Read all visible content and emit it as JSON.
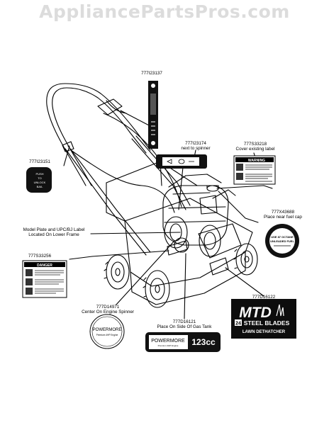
{
  "watermark": "AppliancePartsPros.com",
  "callouts": [
    {
      "part": "777I23137",
      "desc": ""
    },
    {
      "part": "777I23174",
      "desc": "next to spinner"
    },
    {
      "part": "777S33218",
      "desc": "Cover existing label"
    },
    {
      "part": "777I23151",
      "desc": ""
    },
    {
      "part": "777X43688",
      "desc": "Place near fuel cap"
    },
    {
      "part": "",
      "desc": "Model Plate and UPC/BJ Label"
    },
    {
      "part": "",
      "desc": "Located On Lower Frame"
    },
    {
      "part": "777S33256",
      "desc": ""
    },
    {
      "part": "777D16122",
      "desc": ""
    },
    {
      "part": "777D14971",
      "desc": "Center On Engine Spinner"
    },
    {
      "part": "777D16121",
      "desc": "Place On Side Of Gas Tank"
    }
  ],
  "decals": {
    "unlock": {
      "line1": "PUSH",
      "line2": "TO",
      "line3": "UNLOCK",
      "line4": "BAIL"
    },
    "warning": {
      "title": "WARNING"
    },
    "danger": {
      "title": "DANGER"
    },
    "fuel_cap": {
      "line1": "USE 87 OCTANE",
      "line2": "UNLEADED FUEL"
    },
    "mtd": {
      "brand": "MTD",
      "line1": "STEEL BLADES",
      "line2": "LAWN DETHATCHER",
      "num": "24"
    },
    "powermore_round": {
      "brand": "POWERMORE",
      "sub": "Premium 4HP Engine"
    },
    "powermore_tank": {
      "brand": "POWERMORE",
      "sub": "Premium 4HP Engine",
      "cc": "123cc"
    }
  }
}
